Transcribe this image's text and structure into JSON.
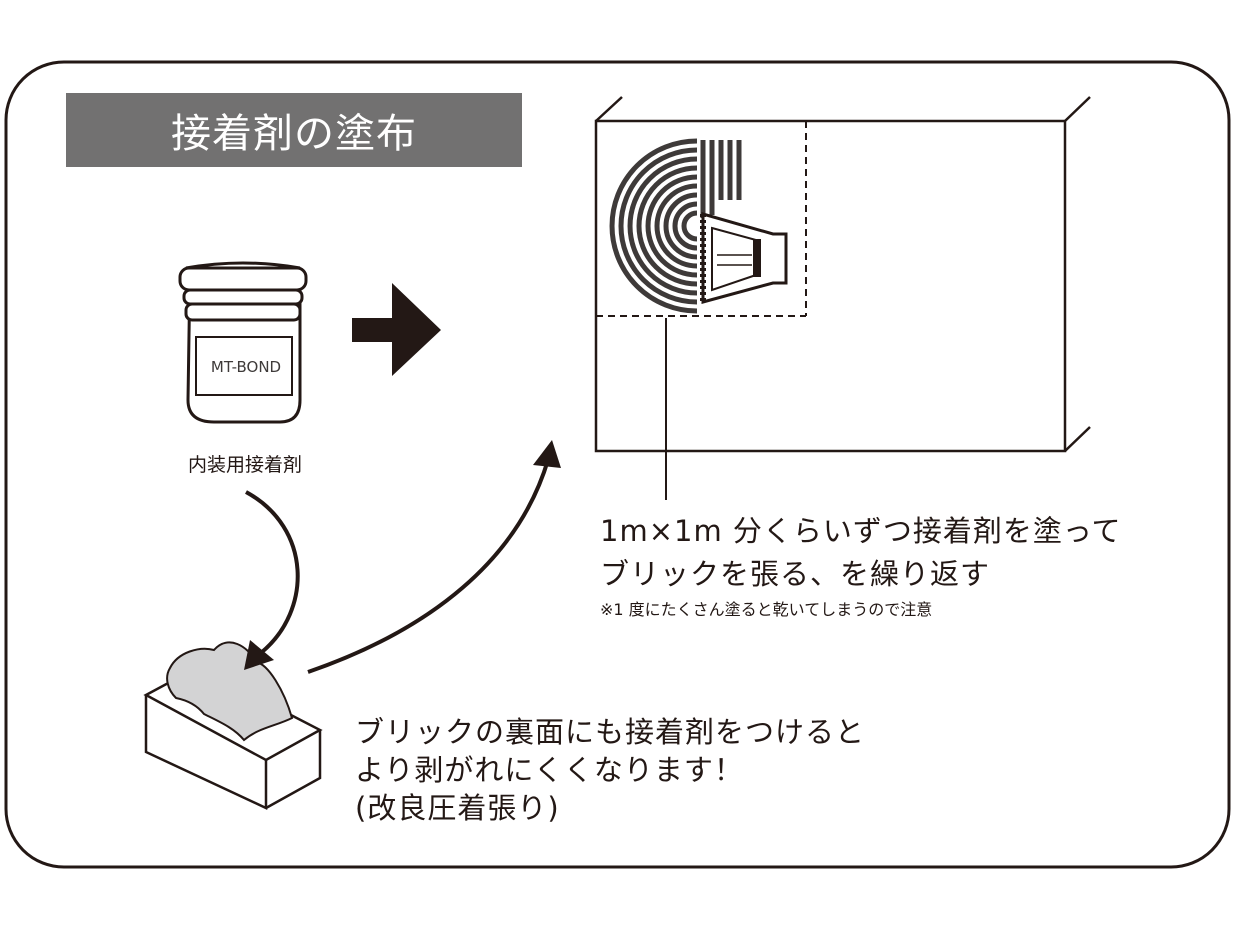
{
  "title": "接着剤の塗布",
  "bucket": {
    "label": "MT-BOND",
    "caption": "内装用接着剤"
  },
  "wall_instruction": {
    "line1": "1m×1m 分くらいずつ接着剤を塗って",
    "line2": "ブリックを張る、を繰り返す",
    "note": "※1 度にたくさん塗ると乾いてしまうので注意"
  },
  "brick_instruction": {
    "line1": "ブリックの裏面にも接着剤をつけると",
    "line2": "より剥がれにくくなります！",
    "line3": "(改良圧着張り)"
  },
  "colors": {
    "ink": "#231815",
    "title_bg": "#727171",
    "glue": "#d3d3d4",
    "trowel_fill": "#595757"
  }
}
